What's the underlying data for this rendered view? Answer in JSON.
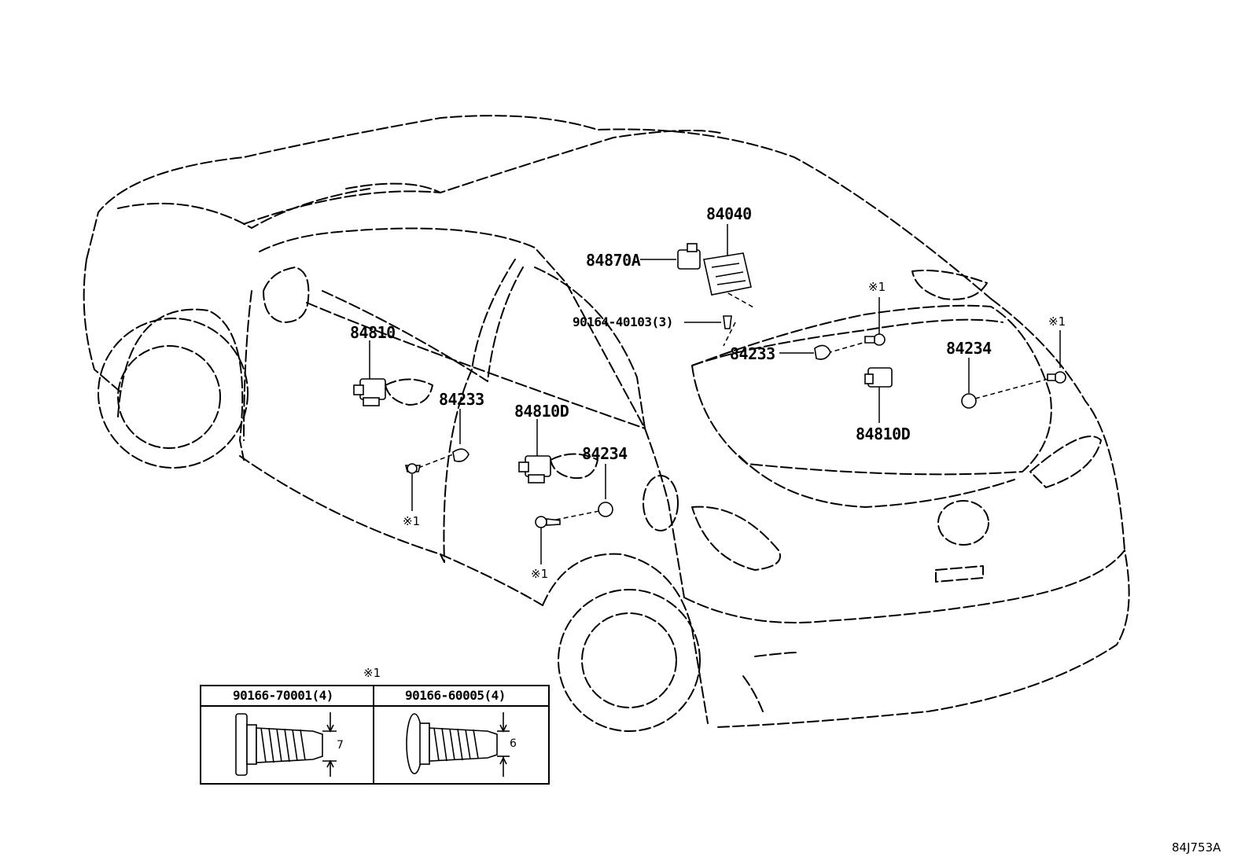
{
  "diagram": {
    "parts": {
      "p84040": "84040",
      "p84870A": "84870A",
      "p90164": "90164-40103(3)",
      "p84810": "84810",
      "p84233_rear": "84233",
      "p84233_side": "84233",
      "p84234_rear": "84234",
      "p84234_side": "84234",
      "p84810D_side": "84810D",
      "p84810D_rear": "84810D"
    },
    "notes": {
      "n1": "※1",
      "n2": "※1",
      "n3": "※1",
      "n4": "※1",
      "n5": "※1"
    },
    "inset": {
      "title": "※1",
      "col1_header": "90166-70001(4)",
      "col2_header": "90166-60005(4)",
      "dim1": "7",
      "dim2": "6"
    },
    "ref_code": "84J753A"
  }
}
